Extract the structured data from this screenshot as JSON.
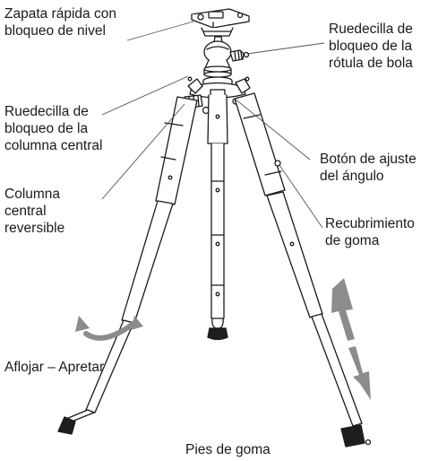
{
  "diagram": {
    "labels": {
      "quick_release": "Zapata rápida con\nbloqueo de nivel",
      "ball_head_knob": "Ruedecilla de\nbloqueo de la\nrótula de bola",
      "column_lock_knob": "Ruedecilla de\nbloqueo de la\ncolumna central",
      "angle_button": "Botón de ajuste\ndel ángulo",
      "reversible_column": "Columna\ncentral\nreversible",
      "rubber_cover": "Recubrimiento\nde goma",
      "loosen_tighten": "Aflojar – Apretar",
      "rubber_feet": "Pies de goma"
    },
    "colors": {
      "line": "#1a1a1a",
      "leader": "#555555",
      "arrow": "#8c8c8c",
      "foot": "#1e1e1e",
      "background": "#ffffff"
    }
  }
}
